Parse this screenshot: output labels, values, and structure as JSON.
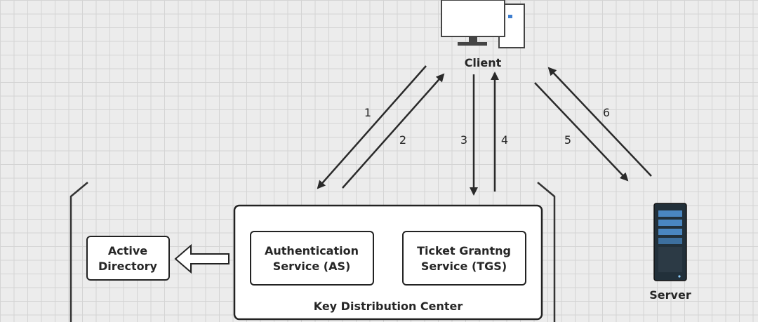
{
  "client": {
    "label": "Client"
  },
  "server": {
    "label": "Server"
  },
  "active_directory": {
    "line1": "Active",
    "line2": "Directory"
  },
  "kdc": {
    "label": "Key Distribution Center",
    "as": {
      "line1": "Authentication",
      "line2": "Service (AS)"
    },
    "tgs": {
      "line1": "Ticket Grantng",
      "line2": "Service (TGS)"
    }
  },
  "steps": [
    "1",
    "2",
    "3",
    "4",
    "5",
    "6"
  ],
  "icons": {
    "client": "desktop-computer-icon",
    "server": "server-rack-icon"
  }
}
